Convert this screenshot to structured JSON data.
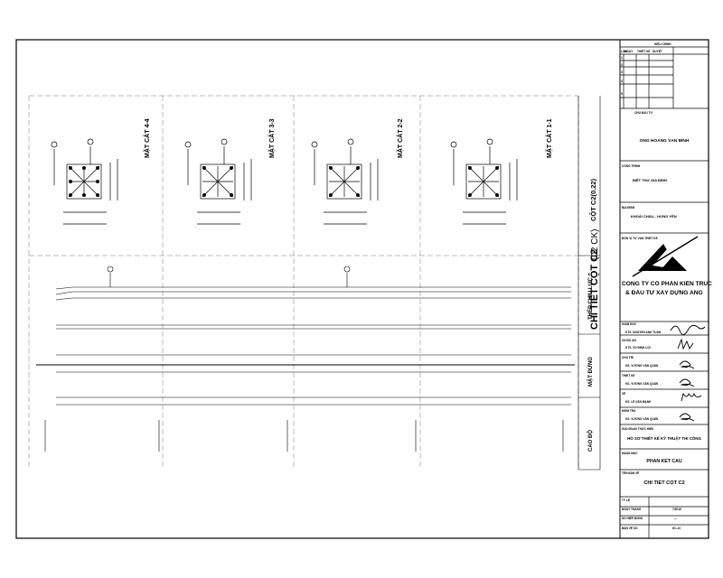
{
  "title_block": {
    "revision_header": "HIỆU CHỈNH",
    "revision_cols": [
      "LẦN",
      "NGÀY",
      "THIẾT KẾ",
      "DUYỆT"
    ],
    "revision_rows": [
      "1",
      "2",
      "3",
      "4",
      "5"
    ],
    "owner_label": "CHỦ ĐẦU TƯ",
    "owner_name": "ÔNG HOÀNG VĂN BÌNH",
    "project_label": "CÔNG TRÌNH",
    "project_name": "BIỆT THỰ GIA ĐÌNH",
    "location_label": "ĐỊA ĐIỂM",
    "location_name": "KHOÁI CHÂU - HƯNG YÊN",
    "design_unit_label": "ĐƠN VỊ TƯ VẤN THIẾT KẾ",
    "company_line1": "CÔNG TY CỔ PHẦN KIẾN TRÚC",
    "company_line2": "& ĐẦU TƯ XÂY DỰNG ANG",
    "director_label": "GIÁM ĐỐC",
    "director_name": "KTS. NGUYỄN ANH TUẤN",
    "chief_label": "CN ĐỒ ÁN",
    "chief_name": "KTS. VŨ ĐÌNH LỢI",
    "lead_label": "CHỦ TRÌ",
    "lead_name": "KS. VƯƠNG VĂN QUÂN",
    "designer_label": "THIẾT KẾ",
    "designer_name": "KS. VƯƠNG VĂN QUÂN",
    "drafter_label": "VẼ",
    "drafter_name": "KS. LÊ VĂN MẠNH",
    "checker_label": "KIỂM TRA",
    "checker_name": "KS. VƯƠNG VĂN QUÂN",
    "phase_label": "GIAI ĐOẠN THỰC HIỆN",
    "phase_name": "HỒ SƠ THIẾT KẾ KỸ THUẬT THI CÔNG",
    "category_label": "HẠNG MỤC",
    "category_name": "PHẦN KẾT CẤU",
    "drawing_label": "TÊN BẢN VẼ",
    "drawing_name": "CHI TIẾT CỘT C2",
    "scale_label": "TỶ LỆ",
    "date_label": "NGÀY THÁNG",
    "date_value": "7/2015",
    "sheet_count_label": "SỐ HIỆP ĐỒNG",
    "sheet_count_value": "---",
    "sheet_no_label": "BẢN VẼ SỐ",
    "sheet_no_value": "KC-10"
  },
  "drawing": {
    "sections": [
      "MẶT CẮT 4-4",
      "MẶT CẮT 3-3",
      "MẶT CẮT 2-2",
      "MẶT CẮT 1-1"
    ],
    "column_tag": "CỘT C2(0.22)",
    "vertical_title": "CHI TIẾT CỘT C2",
    "vertical_title_suffix": "(02 CK)",
    "row_labels": [
      "THÉP CHỊU LỰC",
      "MẶT ĐỨNG",
      "CAO ĐỘ"
    ]
  }
}
